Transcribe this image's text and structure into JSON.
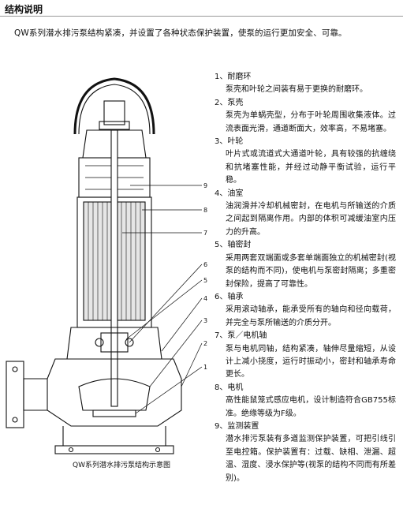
{
  "heading": "结构说明",
  "intro": "QW系列潜水排污泵结构紧凑，并设置了各种状态保护装置，使泵的运行更加安全、可靠。",
  "diagram": {
    "caption": "QW系列潜水排污泵结构示意图",
    "callouts": [
      "9",
      "8",
      "7",
      "6",
      "5",
      "4",
      "3",
      "2",
      "1"
    ]
  },
  "sections": [
    {
      "title": "1、耐磨环",
      "body": "泵壳和叶轮之间装有易于更换的耐磨环。"
    },
    {
      "title": "2、泵壳",
      "body": "泵壳为单蜗壳型，分布于叶轮周围收集液体。过流表面光滑，通道断面大，效率高，不易堵塞。"
    },
    {
      "title": "3、叶轮",
      "body": "叶片式或流道式大通道叶轮，具有较强的抗缠绕和抗堵塞性能，并经过动静平衡试验，运行平稳。"
    },
    {
      "title": "4、油室",
      "body": "油润滑并冷却机械密封，在电机与所输送的介质之间起到隔离作用。内部的体积可减缓油室内压力的升高。"
    },
    {
      "title": "5、轴密封",
      "body": "采用两套双端面或多套单端面独立的机械密封(视泵的结构而不同)，使电机与泵密封隔离；多重密封保险，提高了可靠性。"
    },
    {
      "title": "6、轴承",
      "body": "采用滚动轴承，能承受所有的轴向和径向载荷，并完全与泵所输送的介质分开。"
    },
    {
      "title": "7、泵／电机轴",
      "body": "泵与电机同轴，结构紧凑，轴伸尽量缩短，从设计上减小挠度，运行时振动小，密封和轴承寿命更长。"
    },
    {
      "title": "8、电机",
      "body": "高性能鼠笼式感应电机，设计制造符合GB755标准。绝缘等级为F级。"
    },
    {
      "title": "9、监测装置",
      "body": "潜水排污泵装有多道监测保护装置，可把引线引至电控箱。保护装置有：过载、缺相、泄漏、超温、湿度、浸水保护等(视泵的结构不同而有所差别)。"
    }
  ]
}
